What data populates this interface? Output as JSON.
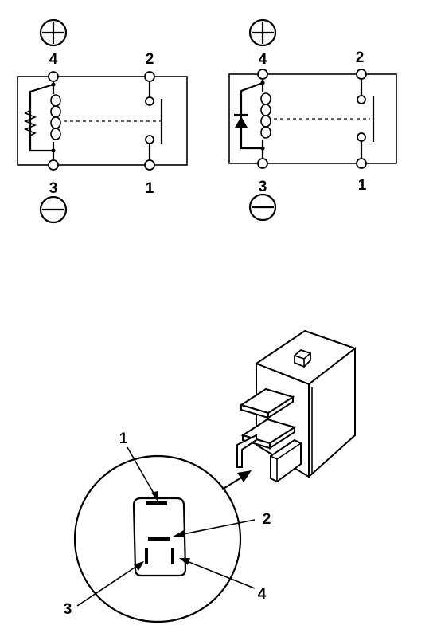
{
  "diagrams": [
    {
      "symbol_top": "+",
      "symbol_bottom": "−",
      "pins": {
        "top_left": "4",
        "top_right": "2",
        "bottom_left": "3",
        "bottom_right": "1"
      },
      "suppressor": "resistor"
    },
    {
      "symbol_top": "+",
      "symbol_bottom": "−",
      "pins": {
        "top_left": "4",
        "top_right": "2",
        "bottom_left": "3",
        "bottom_right": "1"
      },
      "suppressor": "diode"
    }
  ],
  "connector_callouts": [
    "1",
    "2",
    "3",
    "4"
  ]
}
